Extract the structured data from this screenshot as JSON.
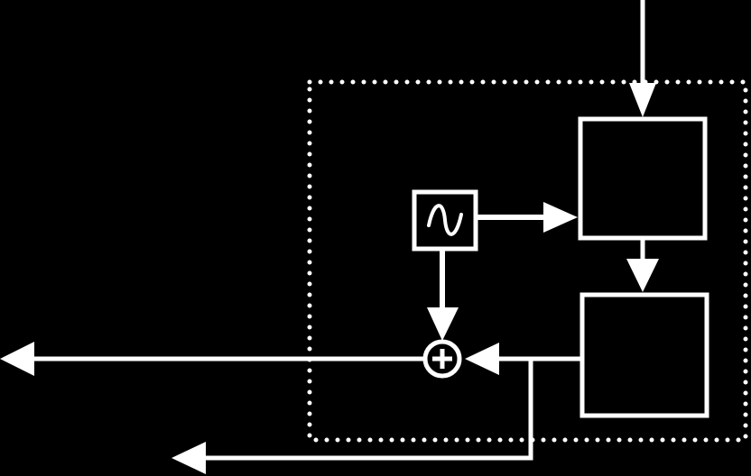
{
  "diagram": {
    "background_color": "#000000",
    "line_color": "#ffffff",
    "blocks": [
      {
        "id": "upper-block",
        "label": ""
      },
      {
        "id": "lower-block",
        "label": ""
      },
      {
        "id": "oscillator-block",
        "label": "",
        "icon": "sine-wave-icon"
      }
    ],
    "summing_junction": {
      "icon": "plus-circle-icon"
    },
    "boundary": {
      "style": "dotted"
    }
  }
}
